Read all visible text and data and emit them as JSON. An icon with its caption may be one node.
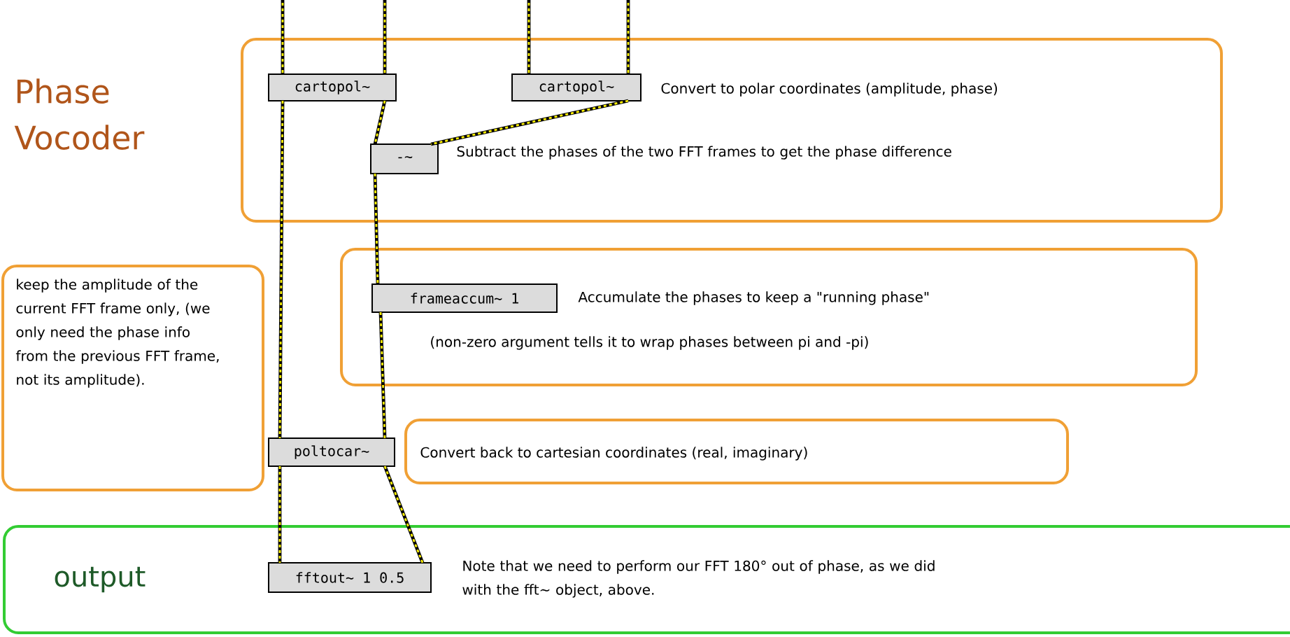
{
  "diagram": {
    "nodes": [
      {
        "text": [
          "Convert to polar coordinates (amplitude, phase)",
          "Subtract the phases of the two FFT frames to get the phase difference"
        ]
      },
      {
        "text": [
          "cartopol~"
        ],
        "in": 0
      },
      {
        "text": [
          "cartopol~"
        ],
        "in": 0
      },
      {
        "text": [
          "-~"
        ],
        "in": 0
      },
      {
        "text": [
          "Accumulate the phases to keep a \"running phase\"",
          "(non-zero argument tells it to wrap phases between pi and -pi)"
        ]
      },
      {
        "text": [
          "frameaccum~ 1"
        ],
        "in": 4
      },
      {
        "text": [
          "keep the amplitude of the current FFT frame only, (we only need the phase info from the previous FFT frame, not its amplitude)."
        ]
      },
      {
        "text": [
          "Convert back to cartesian coordinates (real, imaginary)"
        ]
      },
      {
        "text": [
          "poltocar~"
        ]
      },
      {
        "text": [
          "output",
          "Note that we need to perform our FFT 180° out of phase, as we did with the fft~ object, above."
        ]
      },
      {
        "text": [
          "fftout~ 1 0.5"
        ],
        "in": 9
      }
    ],
    "edges": [
      {
        "from": null,
        "to": 1,
        "arrow": "none"
      },
      {
        "from": null,
        "to": 1,
        "arrow": "none"
      },
      {
        "from": null,
        "to": 2,
        "arrow": "none"
      },
      {
        "from": null,
        "to": 2,
        "arrow": "none"
      },
      {
        "from": 1,
        "to": 8,
        "arrow": "none"
      },
      {
        "from": 1,
        "to": 3,
        "arrow": "none"
      },
      {
        "from": 2,
        "to": 3,
        "arrow": "none"
      },
      {
        "from": 3,
        "to": 5,
        "arrow": "none"
      },
      {
        "from": 5,
        "to": 8,
        "arrow": "none"
      },
      {
        "from": 8,
        "to": 10,
        "arrow": "none"
      },
      {
        "from": 8,
        "to": 10,
        "arrow": "none"
      }
    ],
    "labels": [
      "Phase Vocoder"
    ]
  }
}
